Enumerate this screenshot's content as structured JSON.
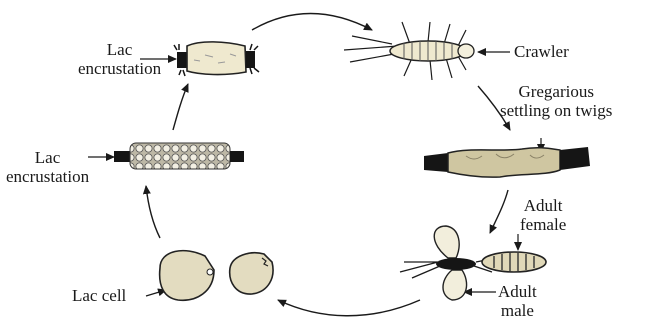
{
  "diagram": {
    "labels": {
      "crawler": "Crawler",
      "gregarious": "Gregarious\nsettling on twigs",
      "adult_female": "Adult\nfemale",
      "adult_male": "Adult\nmale",
      "lac_cell": "Lac cell",
      "lac_encrustation_lower": "Lac\nencrustation",
      "lac_encrustation_upper": "Lac\nencrustation"
    },
    "stages": [
      "lac-encrustation-mature",
      "crawler",
      "gregarious-settling",
      "adult-female",
      "adult-male",
      "lac-cell",
      "lac-encrustation-young"
    ],
    "colors": {
      "ink": "#1a1a1a",
      "lac": "#efe9cf",
      "lac_shade": "#cfc6a1",
      "twig": "#151515",
      "cell": "#e3dcc0"
    }
  }
}
